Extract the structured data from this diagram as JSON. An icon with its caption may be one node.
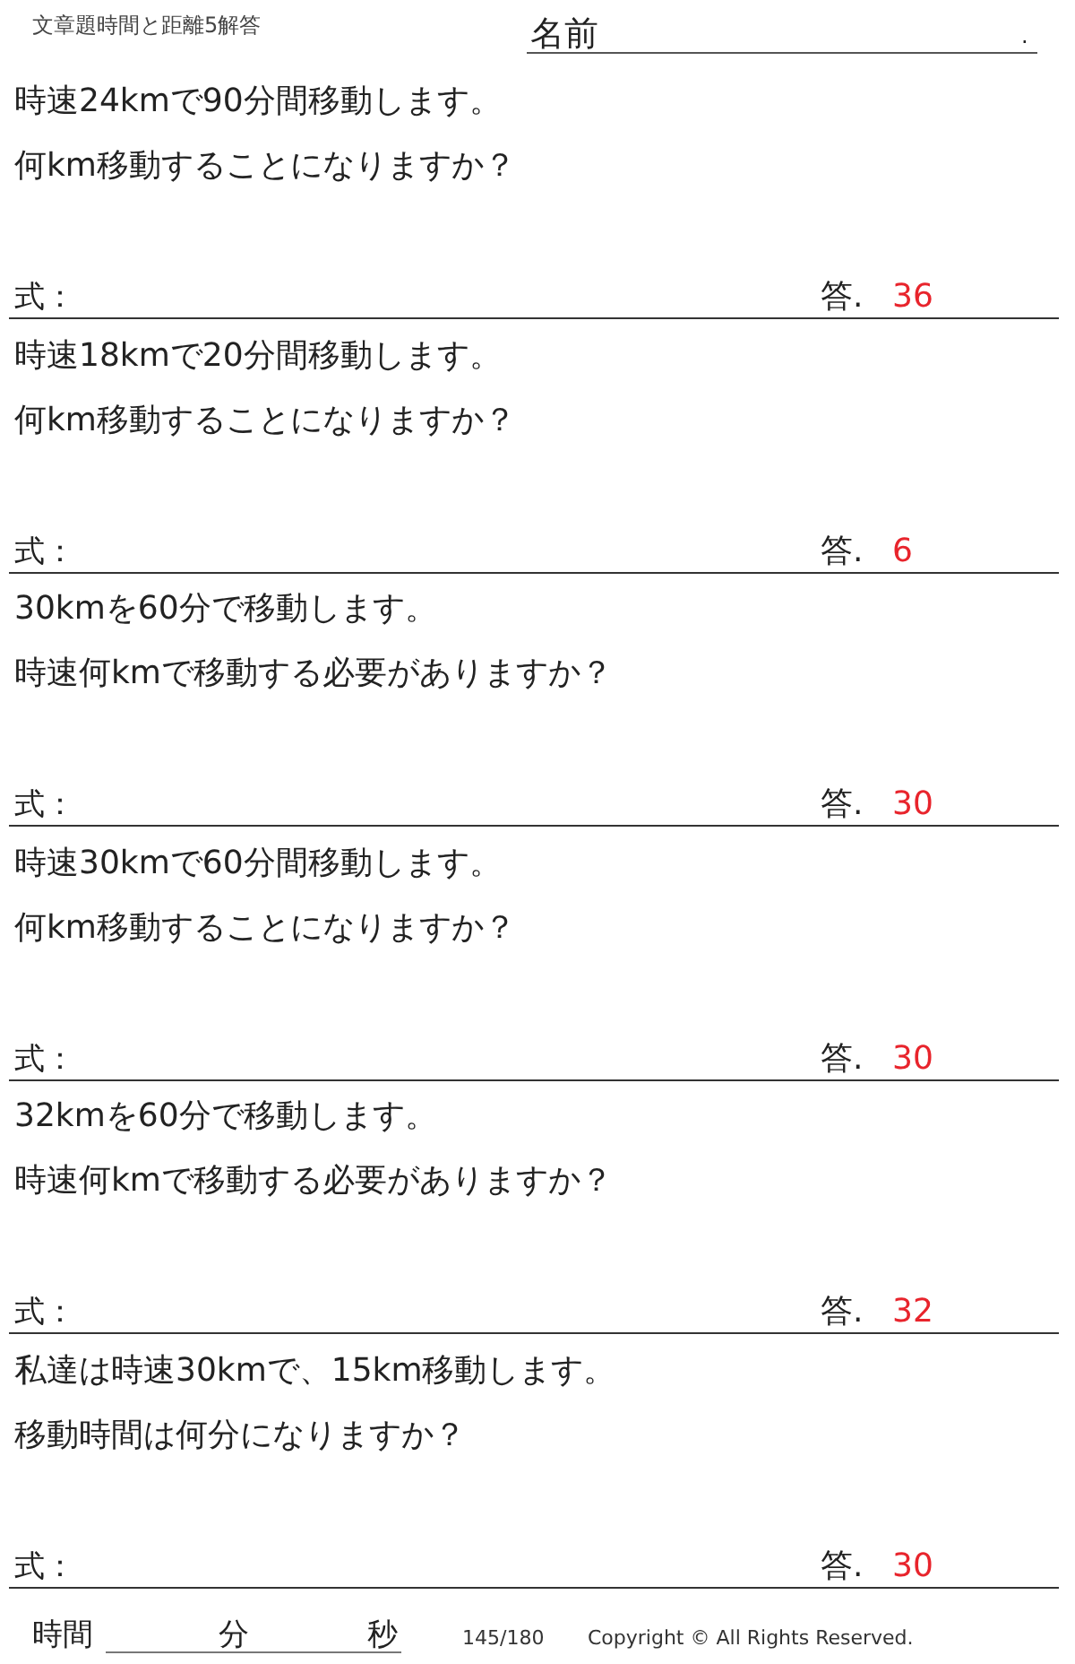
{
  "diagram": {
    "title": "文章題時間と距離5解答",
    "labels": [
      "名前",
      ".",
      "時速24kmで90分間移動します。",
      "何km移動することになりますか？",
      "式：",
      "答.",
      "36",
      "時速18kmで20分間移動します。",
      "何km移動することになりますか？",
      "式：",
      "答.",
      "6",
      "30kmを60分で移動します。",
      "時速何kmで移動する必要がありますか？",
      "式：",
      "答.",
      "30",
      "時速30kmで60分間移動します。",
      "何km移動することになりますか？",
      "式：",
      "答.",
      "30",
      "32kmを60分で移動します。",
      "時速何kmで移動する必要がありますか？",
      "式：",
      "答.",
      "32",
      "私達は時速30kmで、15km移動します。",
      "移動時間は何分になりますか？",
      "式：",
      "答.",
      "30",
      "時間",
      "分",
      "秒",
      "145/180",
      "Copyright © All Rights Reserved."
    ]
  }
}
